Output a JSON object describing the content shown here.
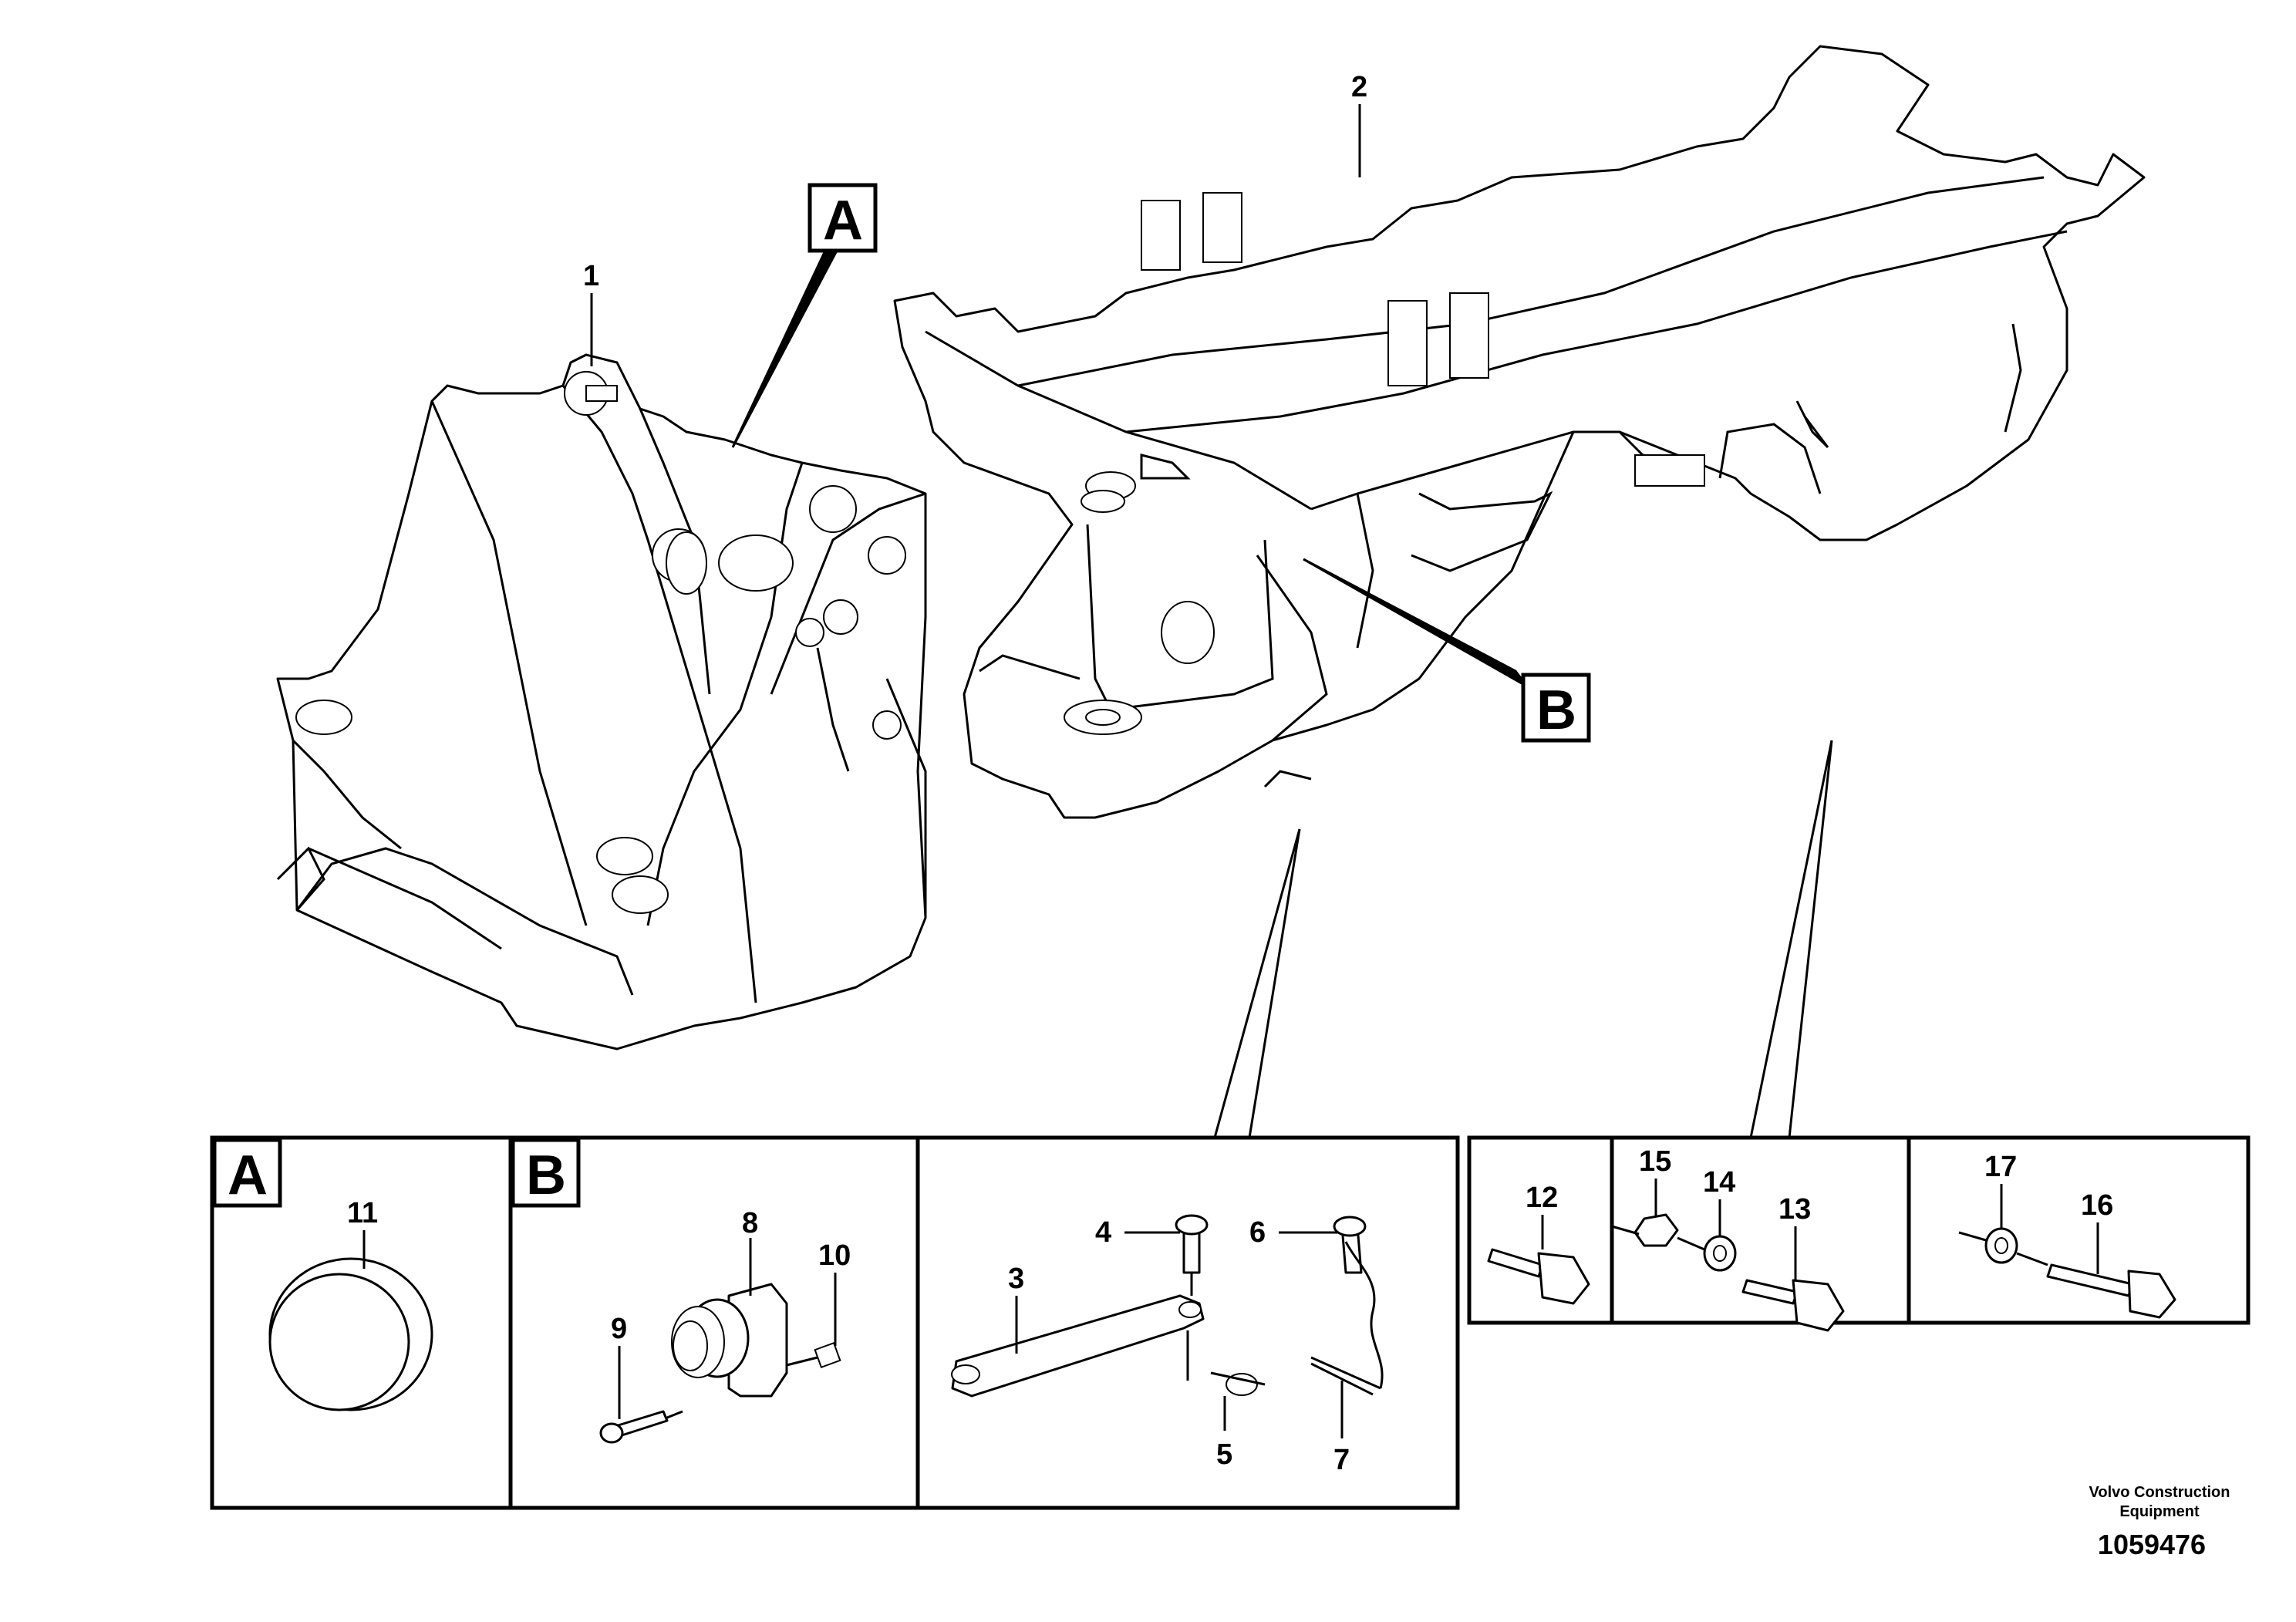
{
  "diagram": {
    "reference_letters": {
      "a": "A",
      "b": "B"
    },
    "callouts": {
      "n1": "1",
      "n2": "2",
      "n3": "3",
      "n4": "4",
      "n5": "5",
      "n6": "6",
      "n7": "7",
      "n8": "8",
      "n9": "9",
      "n10": "10",
      "n11": "11",
      "n12": "12",
      "n13": "13",
      "n14": "14",
      "n15": "15",
      "n16": "16",
      "n17": "17"
    }
  },
  "footer": {
    "brand_line1": "Volvo Construction",
    "brand_line2": "Equipment",
    "document_number": "1059476"
  }
}
